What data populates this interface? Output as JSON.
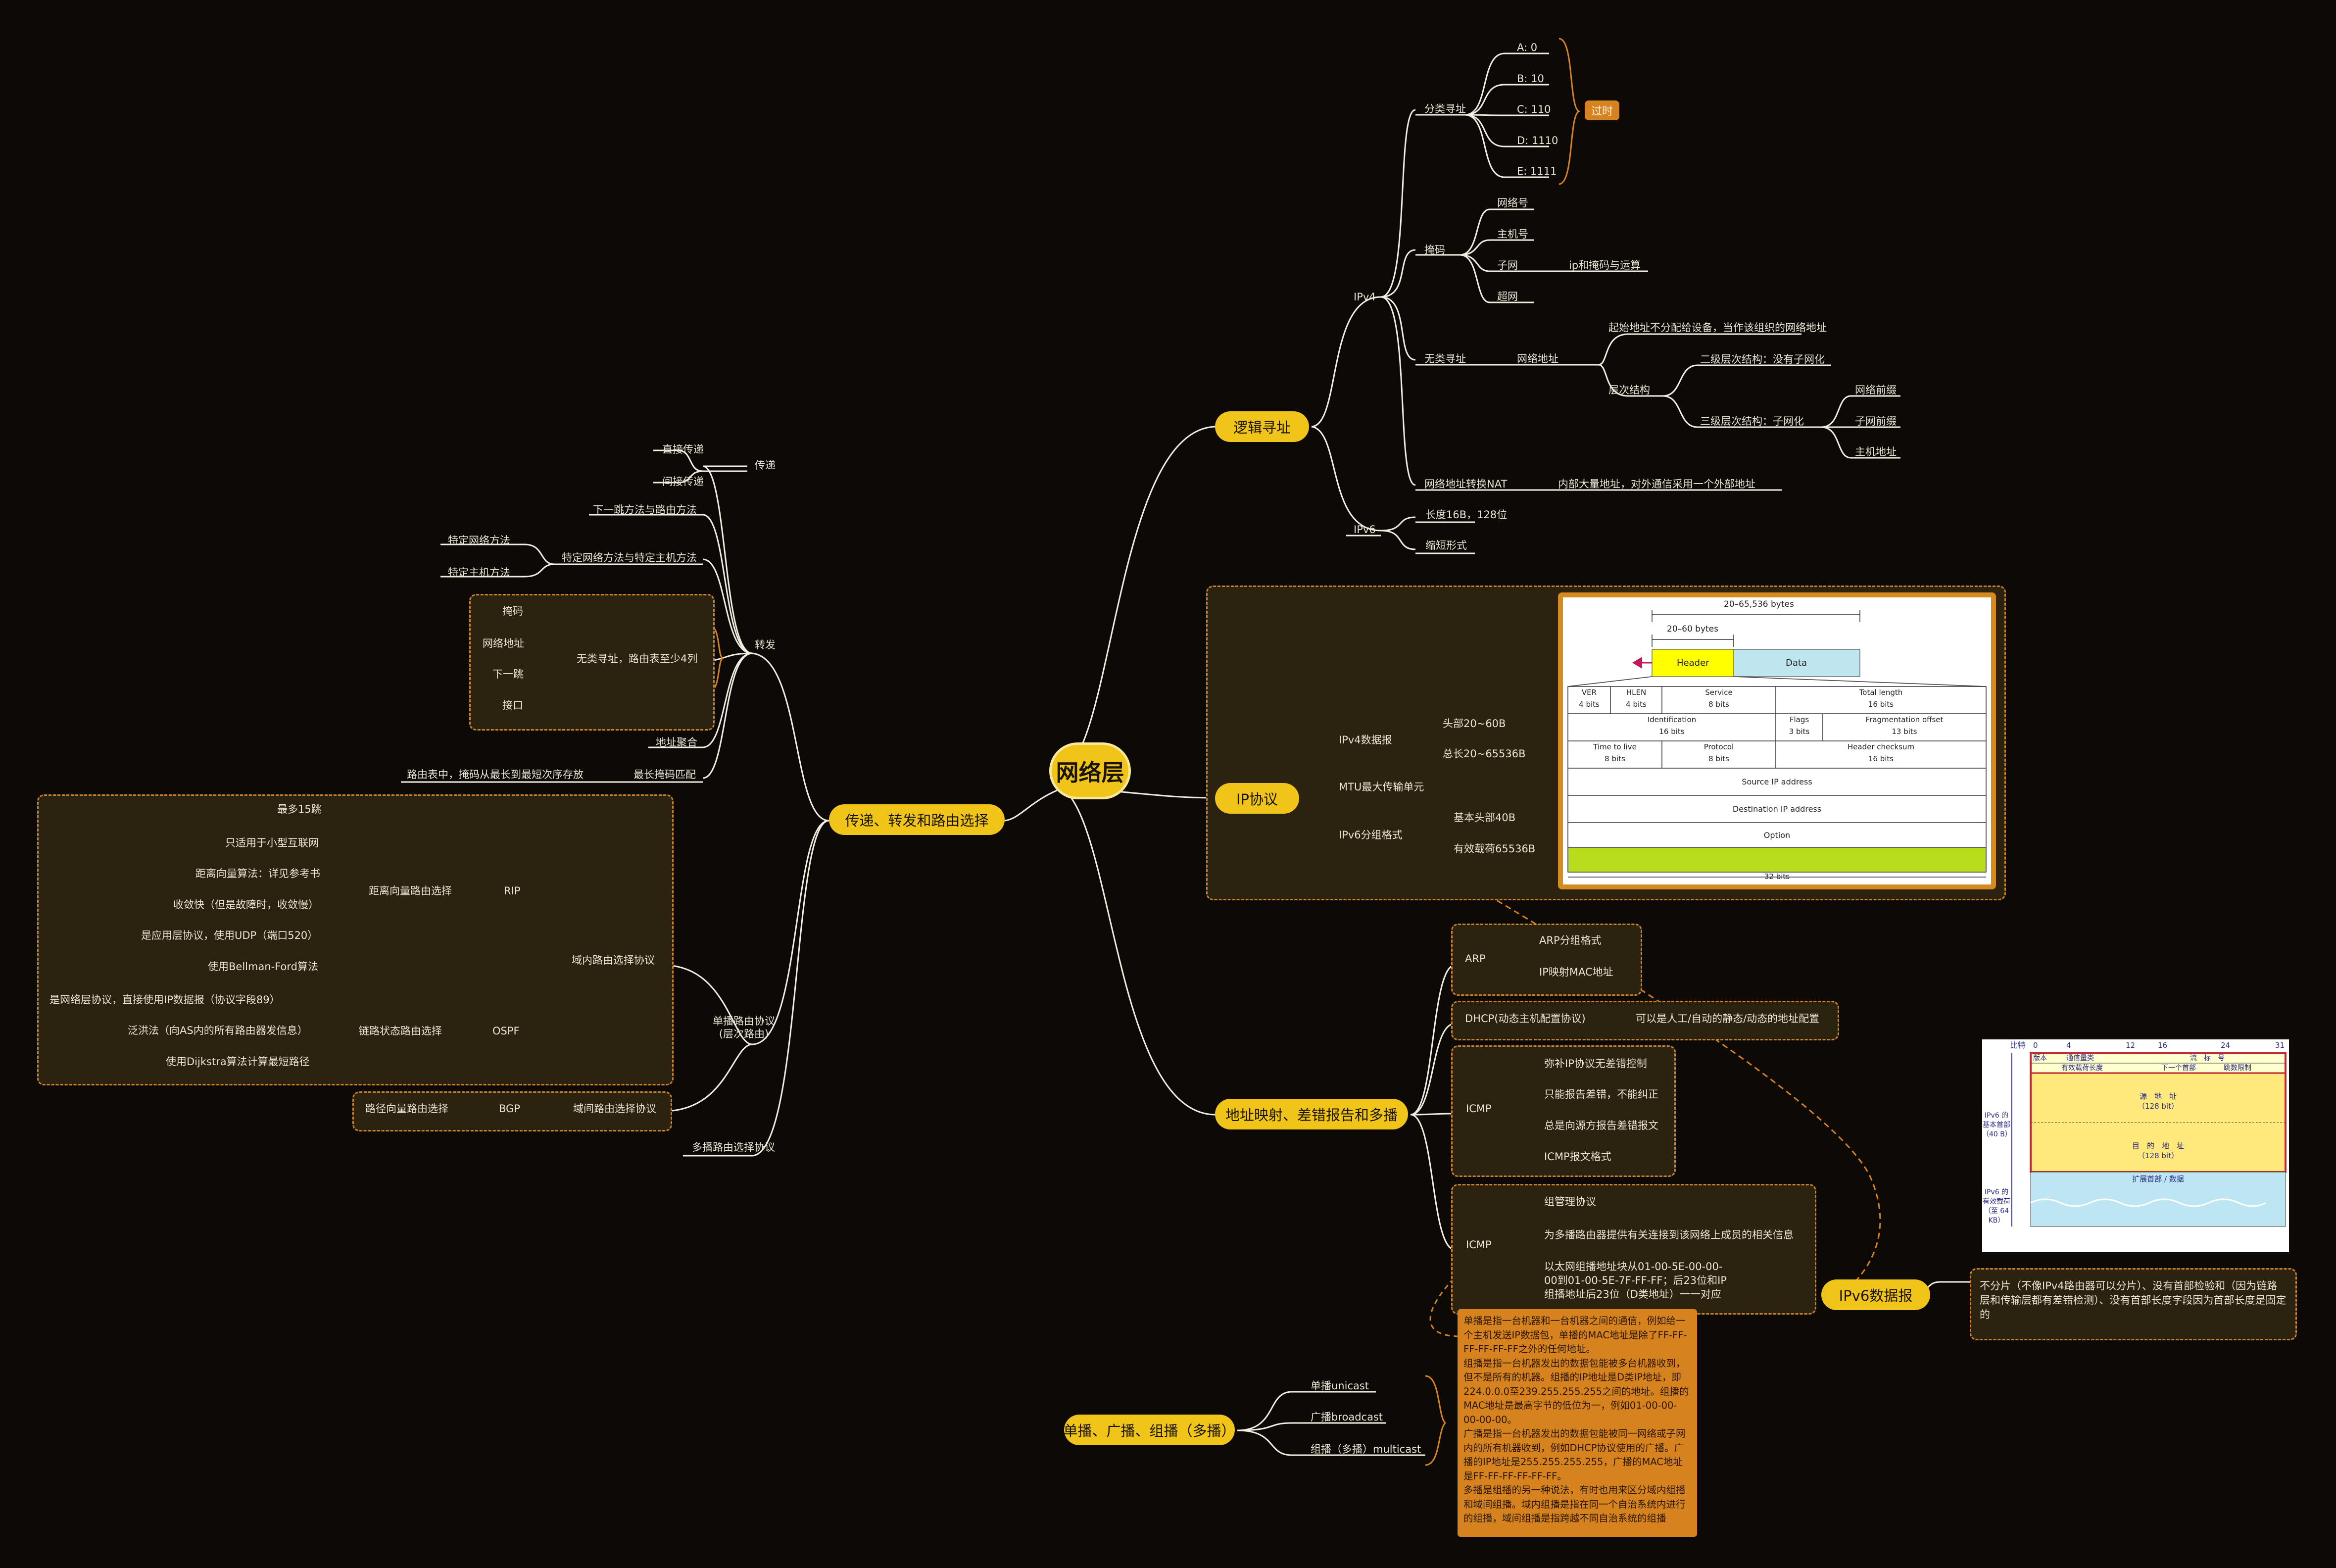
{
  "center": "网络层",
  "branches": {
    "logic": "逻辑寻址",
    "ip": "IP协议",
    "addr": "地址映射、差错报告和多播",
    "forward": "传递、转发和路由选择",
    "cast": "单播、广播、组播（多播）",
    "ipv6pkt": "IPv6数据报"
  },
  "logic": {
    "ipv4": "IPv4",
    "classful": "分类寻址",
    "classes": [
      "A: 0",
      "B: 10",
      "C: 110",
      "D: 1110",
      "E: 1111"
    ],
    "obsolete": "过时",
    "mask": "掩码",
    "mask_items": [
      "网络号",
      "主机号",
      "子网",
      "超网"
    ],
    "subnet_note": "ip和掩码与运算",
    "classless": "无类寻址",
    "netaddr": "网络地址",
    "netaddr_note": "起始地址不分配给设备，当作该组织的网络地址",
    "hierarchy": "层次结构",
    "two_level": "二级层次结构：没有子网化",
    "three_level": "三级层次结构：子网化",
    "three_items": [
      "网络前缀",
      "子网前缀",
      "主机地址"
    ],
    "nat": "网络地址转换NAT",
    "nat_note": "内部大量地址，对外通信采用一个外部地址",
    "ipv6": "IPv6",
    "ipv6_items": [
      "长度16B，128位",
      "缩短形式"
    ]
  },
  "ip": {
    "ipv4pkt": "IPv4数据报",
    "hdr": "头部20~60B",
    "total": "总长20~65536B",
    "mtu": "MTU最大传输单元",
    "v6fmt": "IPv6分组格式",
    "v6base": "基本头部40B",
    "v6payload": "有效载荷65536B"
  },
  "ipv4_figure": {
    "total_len": "20–65,536 bytes",
    "hdr_len": "20–60 bytes",
    "header": "Header",
    "data": "Data",
    "row1": [
      "VER\n4 bits",
      "HLEN\n4 bits",
      "Service\n8 bits",
      "Total length\n16 bits"
    ],
    "row2": [
      "Identification\n16 bits",
      "Flags\n3 bits",
      "Fragmentation offset\n13 bits"
    ],
    "row3": [
      "Time to live\n8 bits",
      "Protocol\n8 bits",
      "Header checksum\n16 bits"
    ],
    "src": "Source IP address",
    "dst": "Destination IP address",
    "option": "Option",
    "width": "32 bits"
  },
  "ipv6_figure": {
    "bits_label": "比特",
    "ticks": [
      "0",
      "4",
      "12",
      "16",
      "24",
      "31"
    ],
    "row1": [
      "版本",
      "通信量类",
      "流　标　号"
    ],
    "row2": [
      "有效载荷长度",
      "下一个首部",
      "跳数限制"
    ],
    "src": "源　地　址\n（128 bit）",
    "dst": "目　的　地　址\n（128 bit）",
    "ext": "扩展首部 / 数据",
    "base_label": "IPv6 的\n基本首部\n（40 B）",
    "payload_label": "IPv6 的\n有效载荷\n（至 64 KB）"
  },
  "ipv6_note": "不分片（不像IPv4路由器可以分片）、没有首部检验和（因为链路层和传输层都有差错检测）、没有首部长度字段因为首部长度是固定的",
  "addr": {
    "arp": "ARP",
    "arp_items": [
      "ARP分组格式",
      "IP映射MAC地址"
    ],
    "dhcp": "DHCP(动态主机配置协议)",
    "dhcp_note": "可以是人工/自动的静态/动态的地址配置",
    "icmp": "ICMP",
    "icmp_items": [
      "弥补IP协议无差错控制",
      "只能报告差错，不能纠正",
      "总是向源方报告差错报文",
      "ICMP报文格式"
    ],
    "icmp2": "ICMP",
    "icmp2_items": [
      "组管理协议",
      "为多播路由器提供有关连接到该网络上成员的相关信息",
      "以太网组播地址块从01-00-5E-00-00-00到01-00-5E-7F-FF-FF；后23位和IP组播地址后23位（D类地址）一一对应"
    ]
  },
  "forward": {
    "deliver": "传递",
    "deliver_items": [
      "直接传递",
      "间接传递"
    ],
    "forwarding": "转发",
    "next_hop": "下一跳方法与路由方法",
    "specific": "特定网络方法与特定主机方法",
    "specific_items": [
      "特定网络方法",
      "特定主机方法"
    ],
    "classless": "无类寻址，路由表至少4列",
    "classless_items": [
      "掩码",
      "网络地址",
      "下一跳",
      "接口"
    ],
    "aggregate": "地址聚合",
    "longest": "最长掩码匹配",
    "longest_note": "路由表中，掩码从最长到最短次序存放",
    "unicast_proto": "单播路由协议\n(层次路由)",
    "intra": "域内路由选择协议",
    "rip": "RIP",
    "dv": "距离向量路由选择",
    "rip_items": [
      "最多15跳",
      "只适用于小型互联网",
      "距离向量算法：详见参考书",
      "收敛快（但是故障时，收敛慢）",
      "是应用层协议，使用UDP（端口520）",
      "使用Bellman-Ford算法"
    ],
    "ospf": "OSPF",
    "ls": "链路状态路由选择",
    "ospf_items": [
      "是网络层协议，直接使用IP数据报（协议字段89）",
      "泛洪法（向AS内的所有路由器发信息）",
      "使用Dijkstra算法计算最短路径"
    ],
    "inter": "域间路由选择协议",
    "bgp": "BGP",
    "pv": "路径向量路由选择",
    "multicast_proto": "多播路由选择协议"
  },
  "cast": {
    "items": [
      "单播unicast",
      "广播broadcast",
      "组播（多播）multicast"
    ],
    "note": "单播是指一台机器和一台机器之间的通信，例如给一个主机发送IP数据包，单播的MAC地址是除了FF-FF-FF-FF-FF-FF之外的任何地址。\n组播是指一台机器发出的数据包能被多台机器收到，但不是所有的机器。组播的IP地址是D类IP地址，即224.0.0.0至239.255.255.255之间的地址。组播的MAC地址是最高字节的低位为一，例如01-00-00-00-00-00。\n广播是指一台机器发出的数据包能被同一网络或子网内的所有机器收到，例如DHCP协议使用的广播。广播的IP地址是255.255.255.255，广播的MAC地址是FF-FF-FF-FF-FF-FF。\n多播是组播的另一种说法，有时也用来区分域内组播和域间组播。域内组播是指在同一个自治系统内进行的组播，域间组播是指跨越不同自治系统的组播"
  },
  "colors": {
    "accent": "#f0c419",
    "group_bg": "#2b2210",
    "group_border": "#c9822b",
    "note": "#d6821f"
  }
}
